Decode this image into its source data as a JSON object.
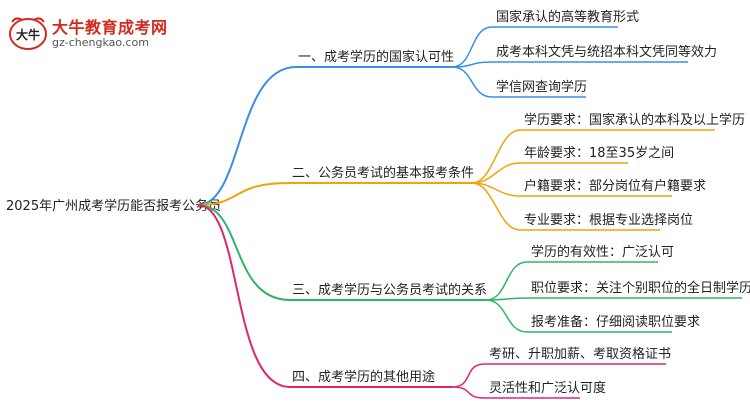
{
  "logo": {
    "name": "大牛教育成考网",
    "url": "gz-chengkao.com",
    "mark_text": "大牛"
  },
  "root": "2025年广州成考学历能否报考公务员",
  "branches": [
    {
      "label": "一、成考学历的国家认可性",
      "color": "#3a8ee6",
      "children": [
        "国家承认的高等教育形式",
        "成考本科文凭与统招本科文凭同等效力",
        "学信网查询学历"
      ]
    },
    {
      "label": "二、公务员考试的基本报考条件",
      "color": "#f0a30a",
      "children": [
        "学历要求：国家承认的本科及以上学历",
        "年龄要求：18至35岁之间",
        "户籍要求：部分岗位有户籍要求",
        "专业要求：根据专业选择岗位"
      ]
    },
    {
      "label": "三、成考学历与公务员考试的关系",
      "color": "#2fb567",
      "children": [
        "学历的有效性：广泛认可",
        "职位要求：关注个别职位的全日制学历要求",
        "报考准备：仔细阅读职位要求"
      ]
    },
    {
      "label": "四、成考学历的其他用途",
      "color": "#e0266e",
      "children": [
        "考研、升职加薪、考取资格证书",
        "灵活性和广泛认可度"
      ]
    }
  ]
}
